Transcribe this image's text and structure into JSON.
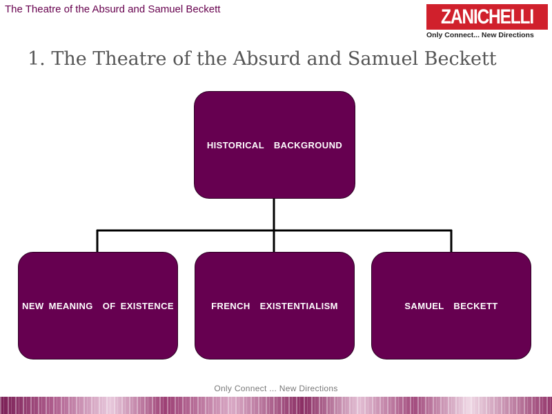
{
  "header": {
    "title": "The Theatre of the Absurd and Samuel Beckett"
  },
  "logo": {
    "name": "ZANICHELLI",
    "tagline": "Only Connect... New Directions"
  },
  "slide": {
    "title": "1. The Theatre of the Absurd and Samuel Beckett"
  },
  "diagram": {
    "root": "HISTORICAL  BACKGROUND",
    "children": [
      "NEW MEANING  OF EXISTENCE",
      "FRENCH  EXISTENTIALISM",
      "SAMUEL  BECKETT"
    ]
  },
  "footer": {
    "text": "Only Connect ... New Directions"
  },
  "colors": {
    "node_fill": "#660050",
    "header_text": "#66004d",
    "logo_red": "#d0202c"
  }
}
